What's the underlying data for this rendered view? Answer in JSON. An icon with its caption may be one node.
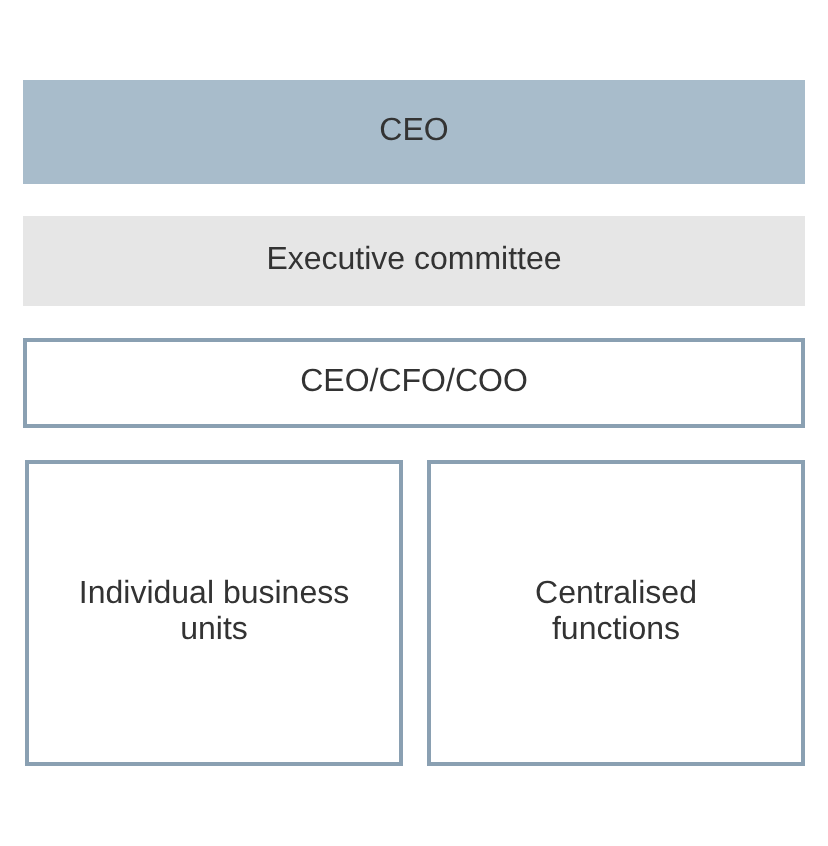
{
  "diagram": {
    "nodes": [
      {
        "text": [
          "CEO"
        ]
      },
      {
        "text": [
          "Executive committee"
        ]
      },
      {
        "text": [
          "CEO/CFO/COO"
        ]
      },
      {
        "text": [
          "Individual business units"
        ]
      },
      {
        "text": [
          "Centralised functions"
        ]
      }
    ]
  }
}
